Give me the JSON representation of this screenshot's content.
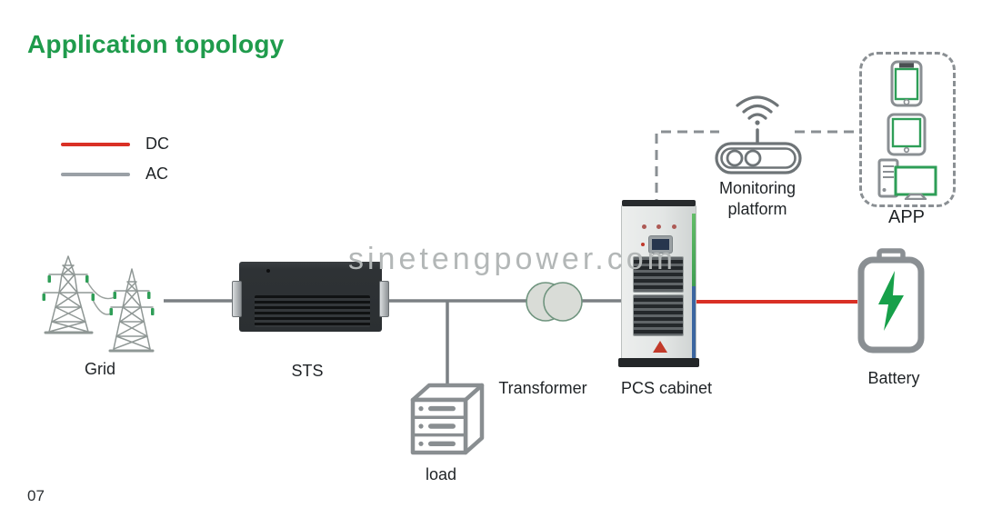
{
  "page": {
    "title": "Application topology",
    "page_number": "07",
    "watermark": "sinetengpower.com"
  },
  "legend": {
    "dc_label": "DC",
    "ac_label": "AC",
    "dc_color": "#d93025",
    "ac_color": "#9aa0a6"
  },
  "nodes": {
    "grid": {
      "label": "Grid",
      "icon": "transmission-towers-icon"
    },
    "sts": {
      "label": "STS",
      "icon": "rack-unit-device"
    },
    "load": {
      "label": "load",
      "icon": "server-drawers-icon"
    },
    "transformer": {
      "label": "Transformer",
      "icon": "overlapping-circles-icon"
    },
    "pcs_cabinet": {
      "label": "PCS cabinet",
      "icon": "power-cabinet-device"
    },
    "battery": {
      "label": "Battery",
      "icon": "battery-bolt-icon"
    },
    "monitoring": {
      "label": "Monitoring platform",
      "icon": "wifi-router-icon"
    },
    "app": {
      "label": "APP",
      "icons": [
        "smartphone-icon",
        "tablet-icon",
        "desktop-computer-icon"
      ]
    }
  },
  "connections": [
    {
      "from": "Grid",
      "to": "STS",
      "type": "AC"
    },
    {
      "from": "STS",
      "to": "Transformer",
      "type": "AC"
    },
    {
      "from": "AC line",
      "to": "load",
      "type": "AC"
    },
    {
      "from": "Transformer",
      "to": "PCS cabinet",
      "type": "AC"
    },
    {
      "from": "PCS cabinet",
      "to": "Battery",
      "type": "DC"
    },
    {
      "from": "PCS cabinet",
      "to": "Monitoring platform",
      "type": "communication-dashed"
    },
    {
      "from": "Monitoring platform",
      "to": "APP",
      "type": "communication-dashed"
    }
  ],
  "colors": {
    "title_green": "#1f9b4c",
    "dc_red": "#d93025",
    "ac_gray": "#7b8084",
    "icon_green": "#2e9e57",
    "outline_gray": "#8a8f93",
    "watermark_gray": "#b3b7b7",
    "dashed_gray": "#8a8f93"
  }
}
